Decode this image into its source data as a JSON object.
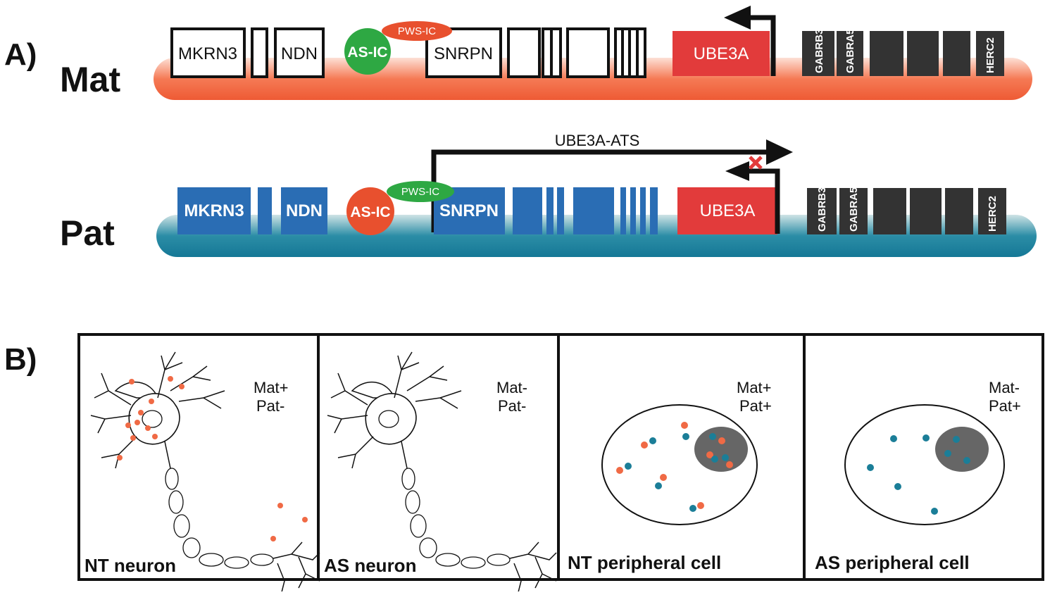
{
  "panels": {
    "a_label": "A)",
    "b_label": "B)"
  },
  "tracks": {
    "mat": {
      "label": "Mat",
      "genes": [
        "MKRN3",
        "NDN",
        "AS-IC",
        "PWS-IC",
        "SNRPN",
        "UBE3A",
        "GABRB3",
        "GABRA5",
        "HERC2"
      ]
    },
    "pat": {
      "label": "Pat",
      "transcript_label": "UBE3A-ATS",
      "genes": [
        "MKRN3",
        "NDN",
        "AS-IC",
        "PWS-IC",
        "SNRPN",
        "UBE3A",
        "GABRB3",
        "GABRA5",
        "HERC2"
      ]
    }
  },
  "cells": [
    {
      "title": "NT neuron",
      "status_1": "Mat+",
      "status_2": "Pat-"
    },
    {
      "title": "AS neuron",
      "status_1": "Mat-",
      "status_2": "Pat-"
    },
    {
      "title": "NT peripheral cell",
      "status_1": "Mat+",
      "status_2": "Pat+"
    },
    {
      "title": "AS peripheral cell",
      "status_1": "Mat-",
      "status_2": "Pat+"
    }
  ],
  "colors": {
    "maternal_chromosome": "#f06a45",
    "paternal_chromosome": "#1b7e98",
    "paternal_gene": "#2a6db4",
    "ube3a": "#e23b3b",
    "as_ic_mat": "#2ea843",
    "as_ic_pat": "#e8502e",
    "pws_ic_mat": "#e8502e",
    "pws_ic_pat": "#2ea843",
    "distal_gene": "#333333"
  }
}
